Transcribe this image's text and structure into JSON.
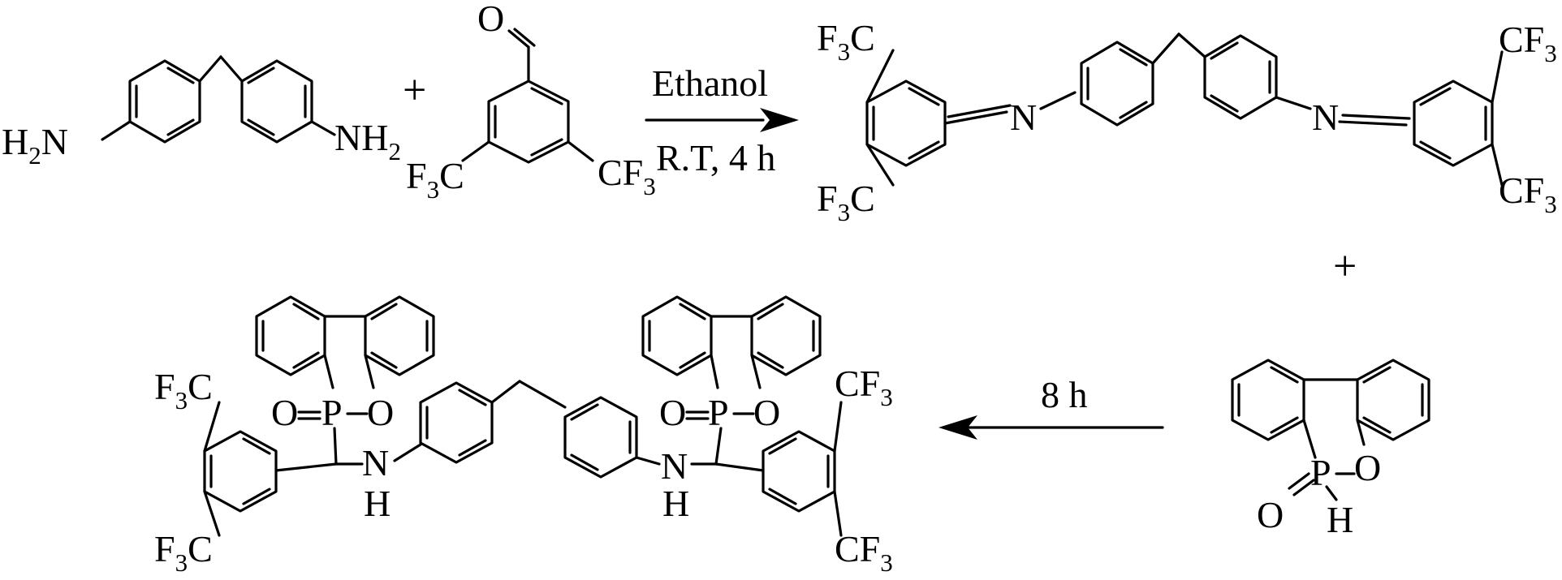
{
  "scheme": {
    "reaction1": {
      "solvent": "Ethanol",
      "conditions": "R.T, 4 h"
    },
    "reaction2": {
      "time": "8 h"
    },
    "plus_sign": "+",
    "atoms": {
      "h2": "H",
      "h2_sub": "2",
      "n": "N",
      "nh": "NH",
      "nh_sub": "2",
      "o": "O",
      "f": "F",
      "f_sub": "3",
      "c": "C",
      "cf": "CF",
      "cf_sub": "3",
      "p": "P",
      "h": "H"
    }
  }
}
